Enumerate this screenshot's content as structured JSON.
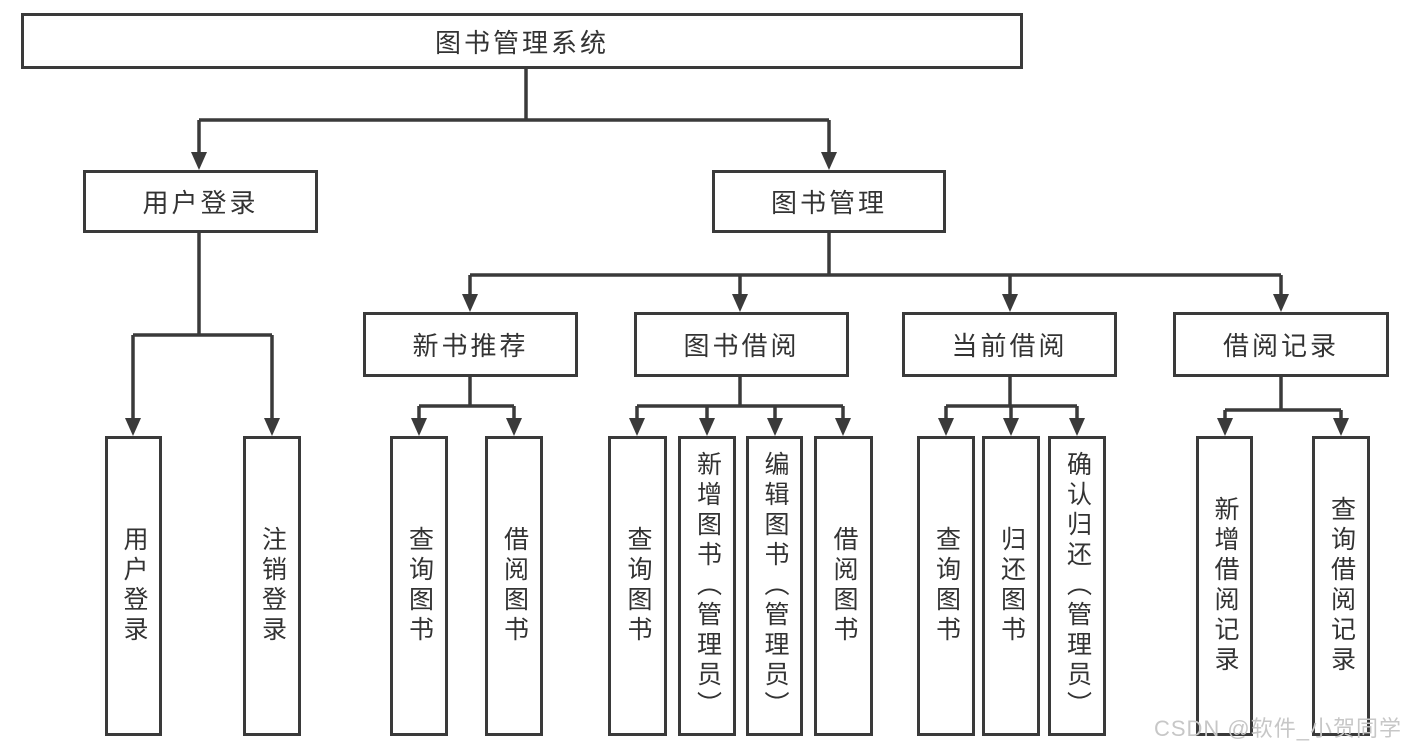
{
  "title": "图书管理系统",
  "branches": [
    {
      "label": "用户登录",
      "children": [
        {
          "label": "用户登录"
        },
        {
          "label": "注销登录"
        }
      ]
    },
    {
      "label": "图书管理",
      "children": [
        {
          "label": "新书推荐",
          "children": [
            {
              "label": "查询图书"
            },
            {
              "label": "借阅图书"
            }
          ]
        },
        {
          "label": "图书借阅",
          "children": [
            {
              "label": "查询图书"
            },
            {
              "label": "新增图书（管理员）"
            },
            {
              "label": "编辑图书（管理员）"
            },
            {
              "label": "借阅图书"
            }
          ]
        },
        {
          "label": "当前借阅",
          "children": [
            {
              "label": "查询图书"
            },
            {
              "label": "归还图书"
            },
            {
              "label": "确认归还（管理员）"
            }
          ]
        },
        {
          "label": "借阅记录",
          "children": [
            {
              "label": "新增借阅记录"
            },
            {
              "label": "查询借阅记录"
            }
          ]
        }
      ]
    }
  ],
  "watermark": "CSDN @软件_小贺同学"
}
